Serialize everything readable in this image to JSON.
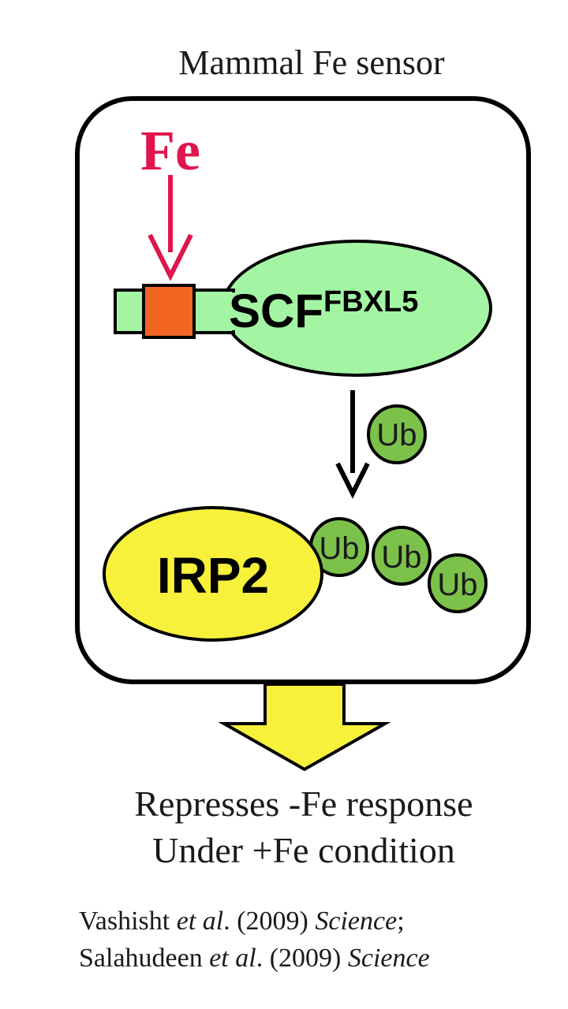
{
  "title": "Mammal Fe sensor",
  "fe_label": "Fe",
  "scf": {
    "base": "SCF",
    "superscript": "FBXL5"
  },
  "irp_label": "IRP2",
  "ub_label": "Ub",
  "outcome": {
    "line1": "Represses -Fe response",
    "line2": "Under +Fe condition"
  },
  "citations": [
    {
      "author": "Vashisht",
      "etal": "et al",
      "year_part": ". (2009) ",
      "journal": "Science",
      "trail": ";"
    },
    {
      "author": "Salahudeen",
      "etal": "et al",
      "year_part": ". (2009) ",
      "journal": "Science",
      "trail": ""
    }
  ],
  "colors": {
    "fe_red": "#e0154d",
    "scf_green": "#a3f5a3",
    "sensor_orange": "#f26522",
    "irp_yellow": "#f7f13b",
    "ub_green": "#7cc24a",
    "outcome_arrow": "#f7f13b"
  }
}
